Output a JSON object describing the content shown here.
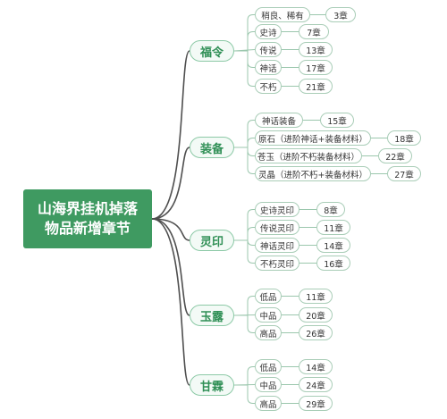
{
  "root": {
    "line1": "山海界挂机掉落",
    "line2": "物品新增章节"
  },
  "branches": [
    {
      "label": "福令",
      "items": [
        {
          "name": "稍良、稀有",
          "chapter": "3章"
        },
        {
          "name": "史诗",
          "chapter": "7章"
        },
        {
          "name": "传说",
          "chapter": "13章"
        },
        {
          "name": "神话",
          "chapter": "17章"
        },
        {
          "name": "不朽",
          "chapter": "21章"
        }
      ]
    },
    {
      "label": "装备",
      "items": [
        {
          "name": "神话装备",
          "chapter": "15章"
        },
        {
          "name": "原石（进阶神话+装备材料）",
          "chapter": "18章"
        },
        {
          "name": "苍玉（进阶不朽装备材料）",
          "chapter": "22章"
        },
        {
          "name": "灵晶（进阶不朽+装备材料）",
          "chapter": "27章"
        }
      ]
    },
    {
      "label": "灵印",
      "items": [
        {
          "name": "史诗灵印",
          "chapter": "8章"
        },
        {
          "name": "传说灵印",
          "chapter": "11章"
        },
        {
          "name": "神话灵印",
          "chapter": "14章"
        },
        {
          "name": "不朽灵印",
          "chapter": "16章"
        }
      ]
    },
    {
      "label": "玉露",
      "items": [
        {
          "name": "低品",
          "chapter": "11章"
        },
        {
          "name": "中品",
          "chapter": "20章"
        },
        {
          "name": "高品",
          "chapter": "26章"
        }
      ]
    },
    {
      "label": "甘霖",
      "items": [
        {
          "name": "低品",
          "chapter": "14章"
        },
        {
          "name": "中品",
          "chapter": "24章"
        },
        {
          "name": "高品",
          "chapter": "29章"
        }
      ]
    }
  ],
  "colors": {
    "root_fill": "#3f9a61",
    "branch_text": "#2f8f55",
    "connector": "#4f4f4f",
    "leaf_line": "#9bc7ad"
  }
}
